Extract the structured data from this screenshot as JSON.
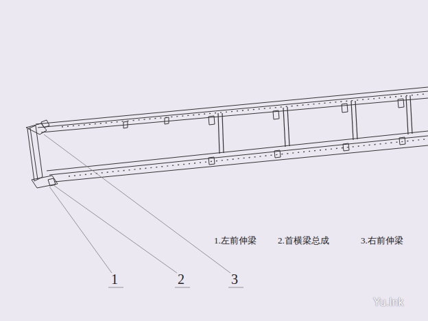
{
  "diagram": {
    "labels": [
      "1",
      "2",
      "3",
      "1.左前伸梁",
      "2.首横梁总成",
      "3.右前伸梁",
      "Yu.Ink"
    ]
  }
}
